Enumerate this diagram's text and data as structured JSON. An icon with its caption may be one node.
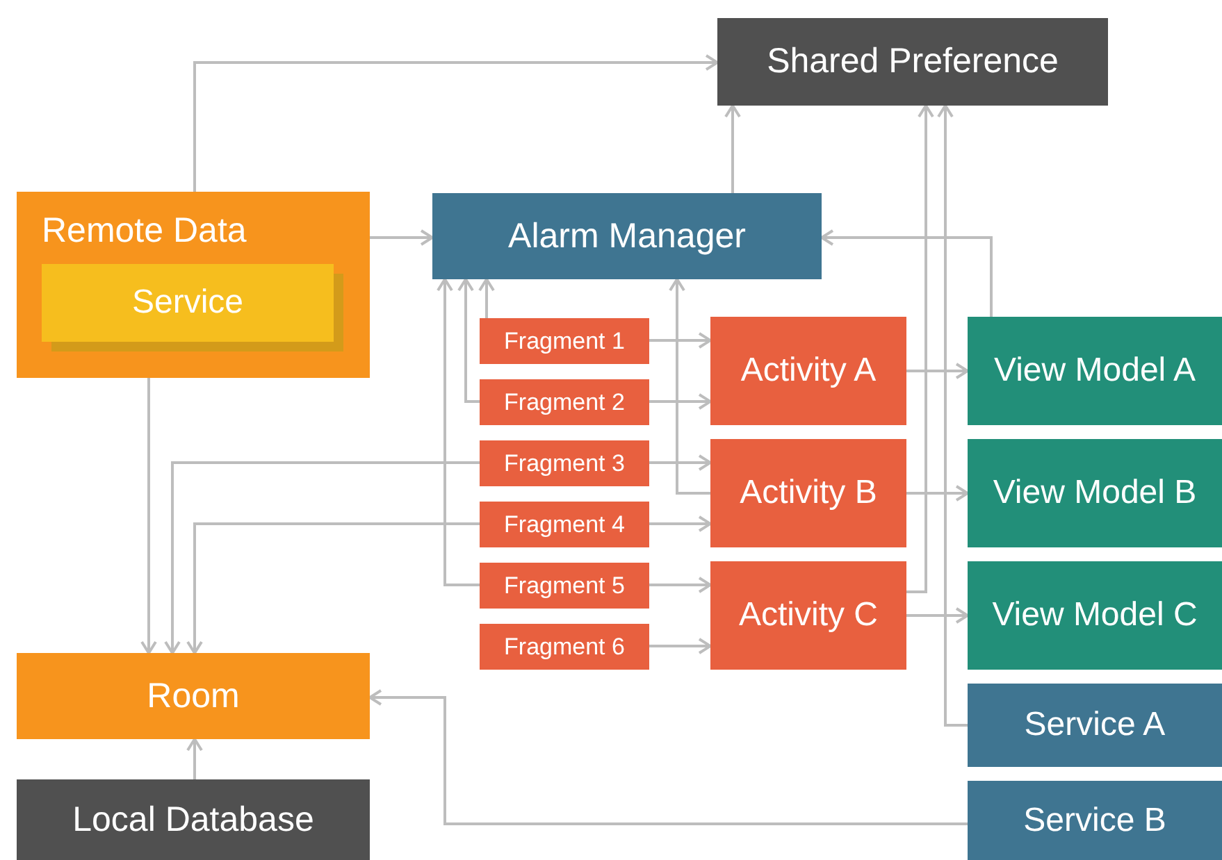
{
  "diagram": {
    "nodes": [
      {
        "text": [
          "Shared Preference"
        ]
      },
      {
        "text": [
          "Remote Data"
        ]
      },
      {
        "text": [
          "Service"
        ],
        "in": 1
      },
      {
        "text": [
          "Alarm Manager"
        ]
      },
      {
        "text": [
          "Fragment 1"
        ]
      },
      {
        "text": [
          "Fragment 2"
        ]
      },
      {
        "text": [
          "Fragment 3"
        ]
      },
      {
        "text": [
          "Fragment 4"
        ]
      },
      {
        "text": [
          "Fragment 5"
        ]
      },
      {
        "text": [
          "Fragment 6"
        ]
      },
      {
        "text": [
          "Activity A"
        ]
      },
      {
        "text": [
          "Activity B"
        ]
      },
      {
        "text": [
          "Activity C"
        ]
      },
      {
        "text": [
          "View Model A"
        ]
      },
      {
        "text": [
          "View Model B"
        ]
      },
      {
        "text": [
          "View Model C"
        ]
      },
      {
        "text": [
          "Service A"
        ]
      },
      {
        "text": [
          "Service B"
        ]
      },
      {
        "text": [
          "Room"
        ]
      },
      {
        "text": [
          "Local Database"
        ]
      }
    ],
    "edges": [
      {
        "from": 1,
        "to": 0,
        "arrow": "to"
      },
      {
        "from": 1,
        "to": 3,
        "arrow": "to"
      },
      {
        "from": 3,
        "to": 0,
        "arrow": "to"
      },
      {
        "from": 1,
        "to": 18,
        "arrow": "to"
      },
      {
        "from": 4,
        "to": 3,
        "arrow": "to"
      },
      {
        "from": 5,
        "to": 3,
        "arrow": "to"
      },
      {
        "from": 8,
        "to": 3,
        "arrow": "to"
      },
      {
        "from": 6,
        "to": 18,
        "arrow": "to"
      },
      {
        "from": 7,
        "to": 18,
        "arrow": "to"
      },
      {
        "from": 4,
        "to": 10,
        "arrow": "to"
      },
      {
        "from": 5,
        "to": 10,
        "arrow": "to"
      },
      {
        "from": 6,
        "to": 11,
        "arrow": "to"
      },
      {
        "from": 7,
        "to": 11,
        "arrow": "to"
      },
      {
        "from": 8,
        "to": 12,
        "arrow": "to"
      },
      {
        "from": 9,
        "to": 12,
        "arrow": "to"
      },
      {
        "from": 11,
        "to": 3,
        "arrow": "to"
      },
      {
        "from": 10,
        "to": 13,
        "arrow": "to"
      },
      {
        "from": 11,
        "to": 14,
        "arrow": "to"
      },
      {
        "from": 12,
        "to": 15,
        "arrow": "to"
      },
      {
        "from": 12,
        "to": 0,
        "arrow": "to"
      },
      {
        "from": 16,
        "to": 0,
        "arrow": "to"
      },
      {
        "from": 13,
        "to": 3,
        "arrow": "to"
      },
      {
        "from": 17,
        "to": 18,
        "arrow": "to"
      },
      {
        "from": 19,
        "to": 18,
        "arrow": "to"
      }
    ]
  }
}
